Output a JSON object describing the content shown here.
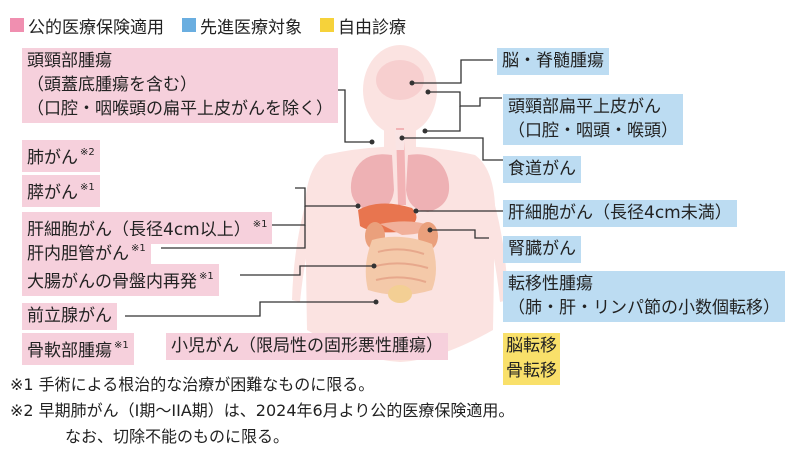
{
  "legend": [
    {
      "label": "公的医療保険適用",
      "color": "#f08fb0"
    },
    {
      "label": "先進医療対象",
      "color": "#6aaee0"
    },
    {
      "label": "自由診療",
      "color": "#f6d23a"
    }
  ],
  "public_insurance": {
    "head_neck": {
      "title": "頭頸部腫瘍",
      "line2": "（頭蓋底腫瘍を含む）",
      "line3": "（口腔・咽喉頭の扁平上皮がんを除く）"
    },
    "lung": {
      "label": "肺がん",
      "note": "※2"
    },
    "pancreas": {
      "label": "膵がん",
      "note": "※1"
    },
    "hepatocellular": {
      "label": "肝細胞がん（長径4cm以上）",
      "note": "※1"
    },
    "bile_duct": {
      "label": "肝内胆管がん",
      "note": "※1"
    },
    "colorectal": {
      "label": "大腸がんの骨盤内再発",
      "note": "※1"
    },
    "prostate": {
      "label": "前立腺がん"
    },
    "bone_soft": {
      "label": "骨軟部腫瘍",
      "note": "※1"
    },
    "pediatric": {
      "label": "小児がん（限局性の固形悪性腫瘍）"
    }
  },
  "advanced_medical": {
    "brain_spine": "脳・脊髄腫瘍",
    "head_neck_squamous": {
      "title": "頭頸部扁平上皮がん",
      "sub": "（口腔・咽頭・喉頭）"
    },
    "esophagus": "食道がん",
    "hepatocellular_small": "肝細胞がん（長径4cm未満）",
    "kidney": "腎臓がん",
    "metastatic": {
      "title": "転移性腫瘍",
      "sub": "（肺・肝・リンパ節の小数個転移）"
    }
  },
  "free_treatment": [
    "脳転移",
    "骨転移"
  ],
  "notes": {
    "n1": "※1 手術による根治的な治療が困難なものに限る。",
    "n2": "※2 早期肺がん（I期～IIA期）は、2024年6月より公的医療保険適用。",
    "n2_cont": "なお、切除不能のものに限る。"
  }
}
